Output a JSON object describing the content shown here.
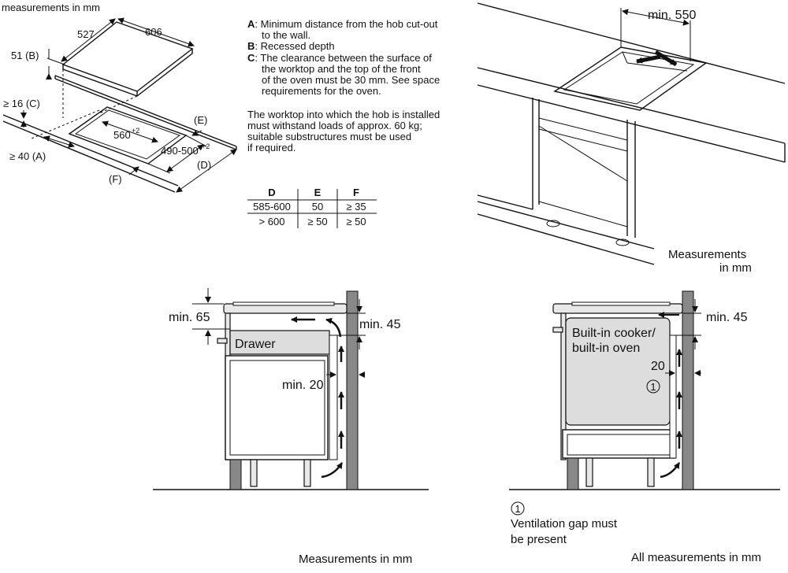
{
  "top_left": {
    "title": "measurements in mm",
    "dim_527": "527",
    "dim_606": "606",
    "label_B": "51 (B)",
    "label_C": "≥ 16 (C)",
    "label_A": "≥ 40 (A)",
    "dim_560": "560",
    "sup_560": "+2",
    "dim_490": "490-500",
    "sup_490": "+2",
    "label_D": "(D)",
    "label_E": "(E)",
    "label_F": "(F)"
  },
  "notes": {
    "A_key": "A",
    "A_text1": ": Minimum distance from the hob cut-out",
    "A_text2": "to the wall.",
    "B_key": "B",
    "B_text": ": Recessed depth",
    "C_key": "C",
    "C_text1": ": The clearance between the surface of",
    "C_text2": "the worktop and the top of the front",
    "C_text3": "of the oven must be 30 mm. See space",
    "C_text4": "requirements for the oven.",
    "worktop1": "The worktop into which the hob is installed",
    "worktop2": "must withstand loads of approx. 60 kg;",
    "worktop3": "suitable substructures must be used",
    "worktop4": "if required."
  },
  "table": {
    "headers": [
      "D",
      "E",
      "F"
    ],
    "rows": [
      [
        "585-600",
        "50",
        "≥ 35"
      ],
      [
        "> 600",
        "≥ 50",
        "≥ 50"
      ]
    ]
  },
  "top_right": {
    "min550": "min. 550",
    "meas1": "Measurements",
    "meas2": "in mm"
  },
  "bottom_left": {
    "min65": "min. 65",
    "min45": "min. 45",
    "drawer": "Drawer",
    "min20": "min. 20",
    "footer": "Measurements in mm"
  },
  "bottom_right": {
    "min45": "min. 45",
    "oven1": "Built-in cooker/",
    "oven2": "built-in oven",
    "dim20": "20",
    "circle1": "1",
    "legend_num": "1",
    "legend1": "Ventilation gap must",
    "legend2": "be present",
    "footer": "All measurements in mm"
  }
}
